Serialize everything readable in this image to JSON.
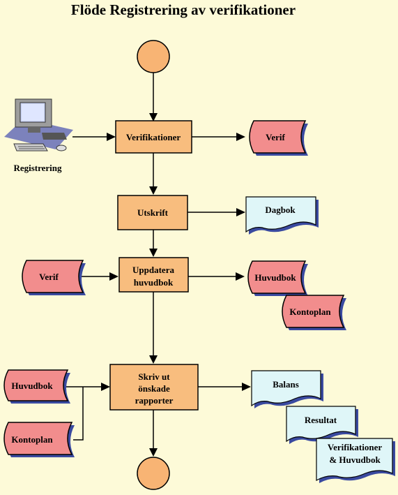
{
  "title": "Flöde Registrering av verifikationer",
  "computer_label": "Registrering",
  "icons": {
    "computer": "computer-terminal-icon"
  },
  "process": {
    "verifikationer": "Verifikationer",
    "utskrift": "Utskrift",
    "uppdatera_line1": "Uppdatera",
    "uppdatera_line2": "huvudbok",
    "skriv_line1": "Skriv ut",
    "skriv_line2": "önskade",
    "skriv_line3": "rapporter"
  },
  "storage": {
    "verif_out": "Verif",
    "verif_in": "Verif",
    "huvudbok_out": "Huvudbok",
    "kontoplan_out": "Kontoplan",
    "huvudbok_in": "Huvudbok",
    "kontoplan_in": "Kontoplan"
  },
  "documents": {
    "dagbok": "Dagbok",
    "balans": "Balans",
    "resultat": "Resultat",
    "verhuv_line1": "Verifikationer",
    "verhuv_line2": "& Huvudbok"
  },
  "colors": {
    "background": "#fdfad8",
    "process_fill": "#f8bd7e",
    "terminal_fill": "#f8b474",
    "storage_fill": "#f28d8d",
    "document_fill": "#dff6f8",
    "shadow": "#3a4aa0"
  }
}
